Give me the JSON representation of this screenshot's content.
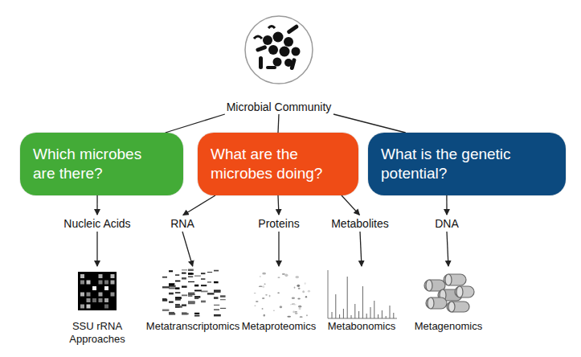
{
  "diagram": {
    "nodes": [
      {
        "text": [
          "Microbial Community"
        ]
      },
      {
        "text": [
          "Which microbes are there?"
        ]
      },
      {
        "text": [
          "What are the microbes doing?"
        ]
      },
      {
        "text": [
          "What is the genetic potential?"
        ]
      },
      {
        "text": [
          "Nucleic Acids"
        ]
      },
      {
        "text": [
          "RNA"
        ]
      },
      {
        "text": [
          "Proteins"
        ]
      },
      {
        "text": [
          "Metabolites"
        ]
      },
      {
        "text": [
          "DNA"
        ]
      },
      {
        "text": [
          "SSU rRNA Approaches"
        ]
      },
      {
        "text": [
          "Metatranscriptomics"
        ]
      },
      {
        "text": [
          "Metaproteomics"
        ]
      },
      {
        "text": [
          "Metabonomics"
        ]
      },
      {
        "text": [
          "Metagenomics"
        ]
      }
    ],
    "edges": [
      {
        "from": 0,
        "to": 1,
        "arrow": "none"
      },
      {
        "from": 0,
        "to": 2,
        "arrow": "none"
      },
      {
        "from": 0,
        "to": 3,
        "arrow": "none"
      },
      {
        "from": 1,
        "to": 4,
        "arrow": "to"
      },
      {
        "from": 2,
        "to": 5,
        "arrow": "to"
      },
      {
        "from": 2,
        "to": 6,
        "arrow": "to"
      },
      {
        "from": 2,
        "to": 7,
        "arrow": "to"
      },
      {
        "from": 3,
        "to": 8,
        "arrow": "to"
      },
      {
        "from": 4,
        "to": 9,
        "arrow": "to"
      },
      {
        "from": 5,
        "to": 10,
        "arrow": "to"
      },
      {
        "from": 6,
        "to": 11,
        "arrow": "to"
      },
      {
        "from": 7,
        "to": 12,
        "arrow": "to"
      },
      {
        "from": 8,
        "to": 13,
        "arrow": "to"
      }
    ]
  }
}
